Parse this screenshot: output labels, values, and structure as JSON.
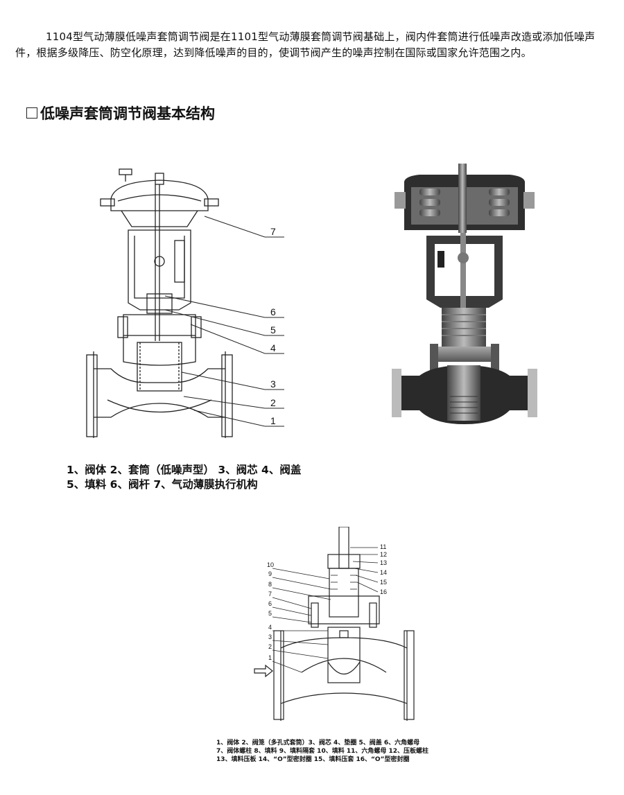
{
  "intro_text": "1104型气动薄膜低噪声套筒调节阀是在1101型气动薄膜套筒调节阀基础上，阀内件套筒进行低噪声改造或添加低噪声件，根据多级降压、防空化原理，达到降低噪声的目的，使调节阀产生的噪声控制在国际或国家允许范围之内。",
  "section_title": "低噪声套筒调节阀基本结构",
  "figure1": {
    "callouts": [
      "7",
      "6",
      "5",
      "4",
      "3",
      "2",
      "1"
    ]
  },
  "caption1": {
    "line1": "1、阀体 2、套筒（低噪声型） 3、阀芯 4、阀盖",
    "line2": "5、填料 6、阀杆 7、气动薄膜执行机构"
  },
  "figure3": {
    "left_callouts": [
      "10",
      "9",
      "8",
      "7",
      "6",
      "5",
      "4",
      "3",
      "2",
      "1"
    ],
    "right_callouts": [
      "11",
      "12",
      "13",
      "14",
      "15",
      "16"
    ]
  },
  "caption2": {
    "line1": "1、阀体 2、阀笼（多孔式套筒）3、阀芯 4、垫圈 5、阀盖 6、六角螺母",
    "line2": "7、阀体螺柱 8、填料 9、填料隔套 10、填料 11、六角螺母 12、压板螺柱",
    "line3": "13、填料压板 14、“O”型密封圈 15、填料压套 16、“O”型密封圈"
  }
}
